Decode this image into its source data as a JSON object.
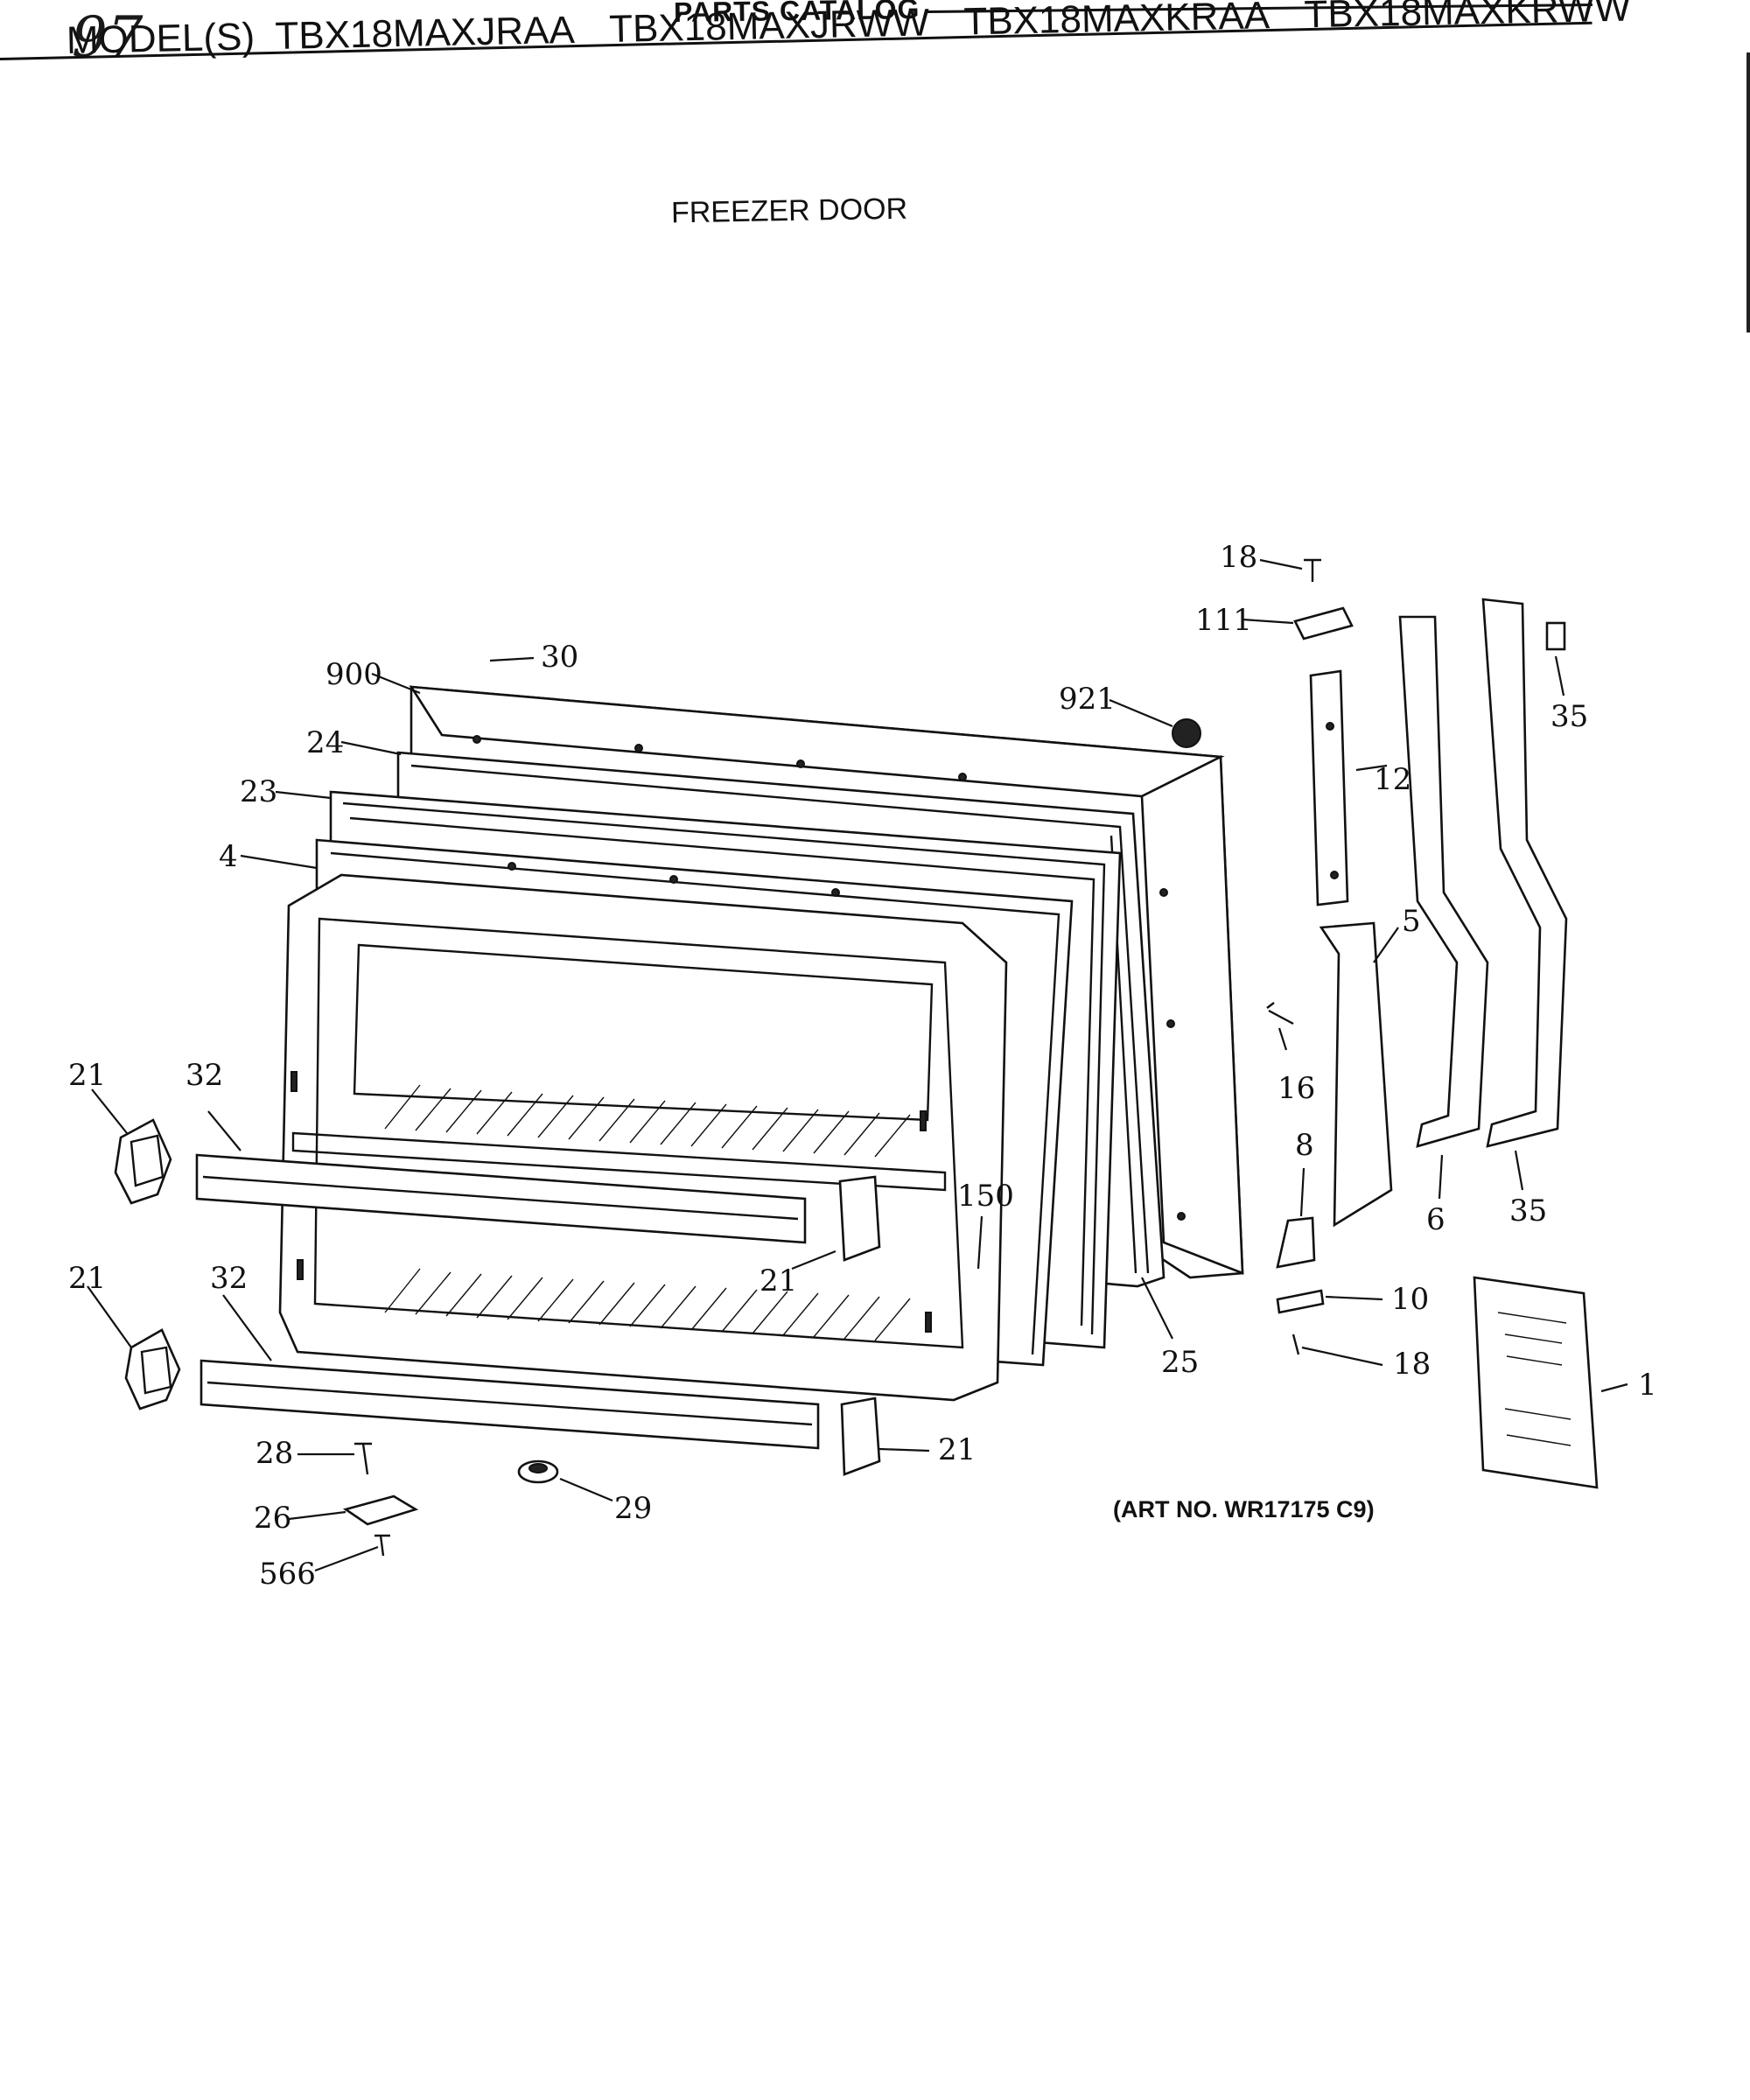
{
  "header": {
    "handwritten_number": "97",
    "title": "PARTS CATALOG",
    "models_lead": "MODEL(S)",
    "models": [
      "TBX18MAXJRAA",
      "TBX18MAXJRWW",
      "TBX18MAXKRAA",
      "TBX18MAXKRWW"
    ]
  },
  "section_title": "FREEZER DOOR",
  "art_number": "(ART NO. WR17175 C9)",
  "callouts": [
    {
      "id": "c-18-top",
      "label": "18"
    },
    {
      "id": "c-111",
      "label": "111"
    },
    {
      "id": "c-30",
      "label": "30"
    },
    {
      "id": "c-900",
      "label": "900"
    },
    {
      "id": "c-921",
      "label": "921"
    },
    {
      "id": "c-35-top",
      "label": "35"
    },
    {
      "id": "c-24",
      "label": "24"
    },
    {
      "id": "c-12",
      "label": "12"
    },
    {
      "id": "c-23",
      "label": "23"
    },
    {
      "id": "c-4",
      "label": "4"
    },
    {
      "id": "c-5",
      "label": "5"
    },
    {
      "id": "c-16",
      "label": "16"
    },
    {
      "id": "c-21-a",
      "label": "21"
    },
    {
      "id": "c-32-a",
      "label": "32"
    },
    {
      "id": "c-8",
      "label": "8"
    },
    {
      "id": "c-150",
      "label": "150"
    },
    {
      "id": "c-6",
      "label": "6"
    },
    {
      "id": "c-35-bot",
      "label": "35"
    },
    {
      "id": "c-21-b",
      "label": "21"
    },
    {
      "id": "c-21-c",
      "label": "21"
    },
    {
      "id": "c-32-b",
      "label": "32"
    },
    {
      "id": "c-10",
      "label": "10"
    },
    {
      "id": "c-18-bot",
      "label": "18"
    },
    {
      "id": "c-25",
      "label": "25"
    },
    {
      "id": "c-1",
      "label": "1"
    },
    {
      "id": "c-28",
      "label": "28"
    },
    {
      "id": "c-21-d",
      "label": "21"
    },
    {
      "id": "c-26",
      "label": "26"
    },
    {
      "id": "c-29",
      "label": "29"
    },
    {
      "id": "c-566",
      "label": "566"
    }
  ]
}
